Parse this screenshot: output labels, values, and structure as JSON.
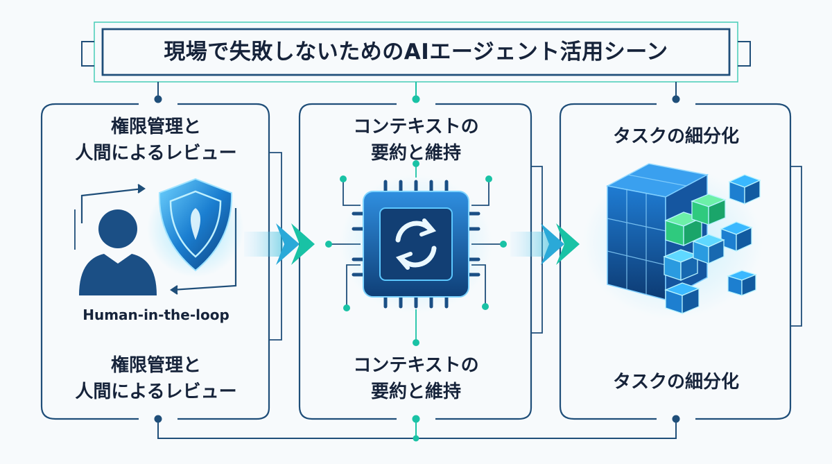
{
  "title": "現場で失敗しないためのAIエージェント活用シーン",
  "panels": [
    {
      "heading_top": [
        "権限管理と",
        "人間によるレビュー"
      ],
      "caption": "Human-in-the-loop",
      "heading_bottom": [
        "権限管理と",
        "人間によるレビュー"
      ],
      "icons": [
        "person-silhouette-icon",
        "shield-icon",
        "cycle-arrows-icon"
      ]
    },
    {
      "heading_top": [
        "コンテキストの",
        "要約と維持"
      ],
      "heading_bottom": [
        "コンテキストの",
        "要約と維持"
      ],
      "icons": [
        "chip-icon",
        "refresh-icon"
      ]
    },
    {
      "heading_top": [
        "タスクの細分化"
      ],
      "heading_bottom": [
        "タスクの細分化"
      ],
      "icons": [
        "cube-blocks-icon"
      ]
    }
  ],
  "colors": {
    "frame": "#1f4e79",
    "accent": "#19c2a5",
    "primary": "#1769b8",
    "dark": "#143b63",
    "text": "#16233a",
    "green": "#3ee08a"
  }
}
